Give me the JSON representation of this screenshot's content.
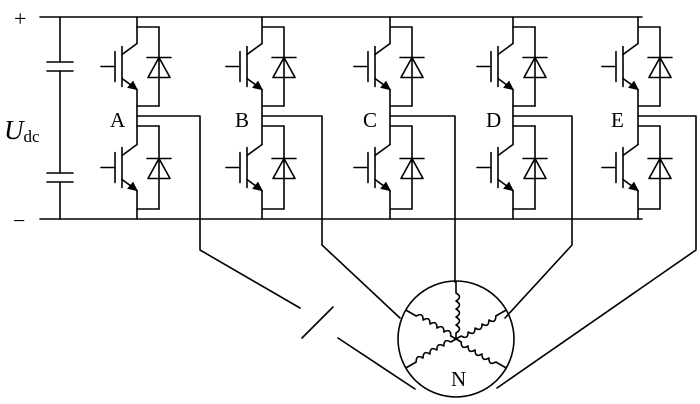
{
  "labels": {
    "plus": "+",
    "minus": "−",
    "udc_main": "U",
    "udc_sub": "dc",
    "neutral": "N"
  },
  "phases": [
    "A",
    "B",
    "C",
    "D",
    "E"
  ],
  "colors": {
    "line": "#000000",
    "background": "#ffffff"
  }
}
